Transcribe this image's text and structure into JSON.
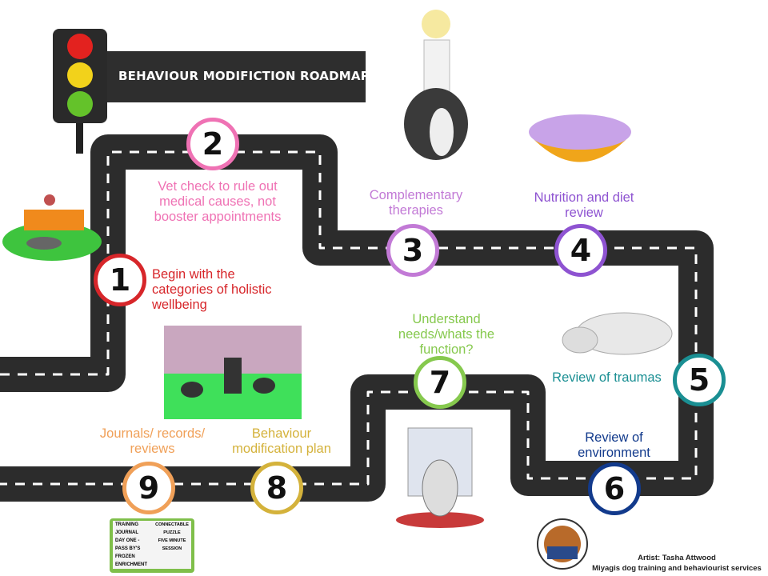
{
  "title": "BEHAVIOUR MODIFICTION ROADMAP",
  "steps": [
    {
      "number": "1",
      "label": "Begin with the categories of holistic wellbeing",
      "color": "#d7262a"
    },
    {
      "number": "2",
      "label": "Vet check to rule out medical causes, not booster appointments",
      "color": "#ef72b4"
    },
    {
      "number": "3",
      "label": "Complementary therapies",
      "color": "#c27ad6"
    },
    {
      "number": "4",
      "label": "Nutrition and diet review",
      "color": "#8e53d1"
    },
    {
      "number": "5",
      "label": "Review of traumas",
      "color": "#1a8f93"
    },
    {
      "number": "6",
      "label": "Review of environment",
      "color": "#123a8c"
    },
    {
      "number": "7",
      "label": "Understand needs/whats the function?",
      "color": "#86c94e"
    },
    {
      "number": "8",
      "label": "Behaviour modification plan",
      "color": "#d4b23b"
    },
    {
      "number": "9",
      "label": "Journals/ records/ reviews",
      "color": "#f0a058"
    }
  ],
  "journal": {
    "left": [
      "TRAINING",
      "JOURNAL",
      "DAY ONE -",
      "PASS BY'S",
      "FROZEN",
      "ENRICHMENT"
    ],
    "right": [
      "CONNECTABLE",
      "PUZZLE",
      "FIVE MINUTE",
      "SESSION"
    ]
  },
  "credits": {
    "artist": "Artist: Tasha Attwood",
    "company": "Miyagis dog training and behaviourist services"
  }
}
